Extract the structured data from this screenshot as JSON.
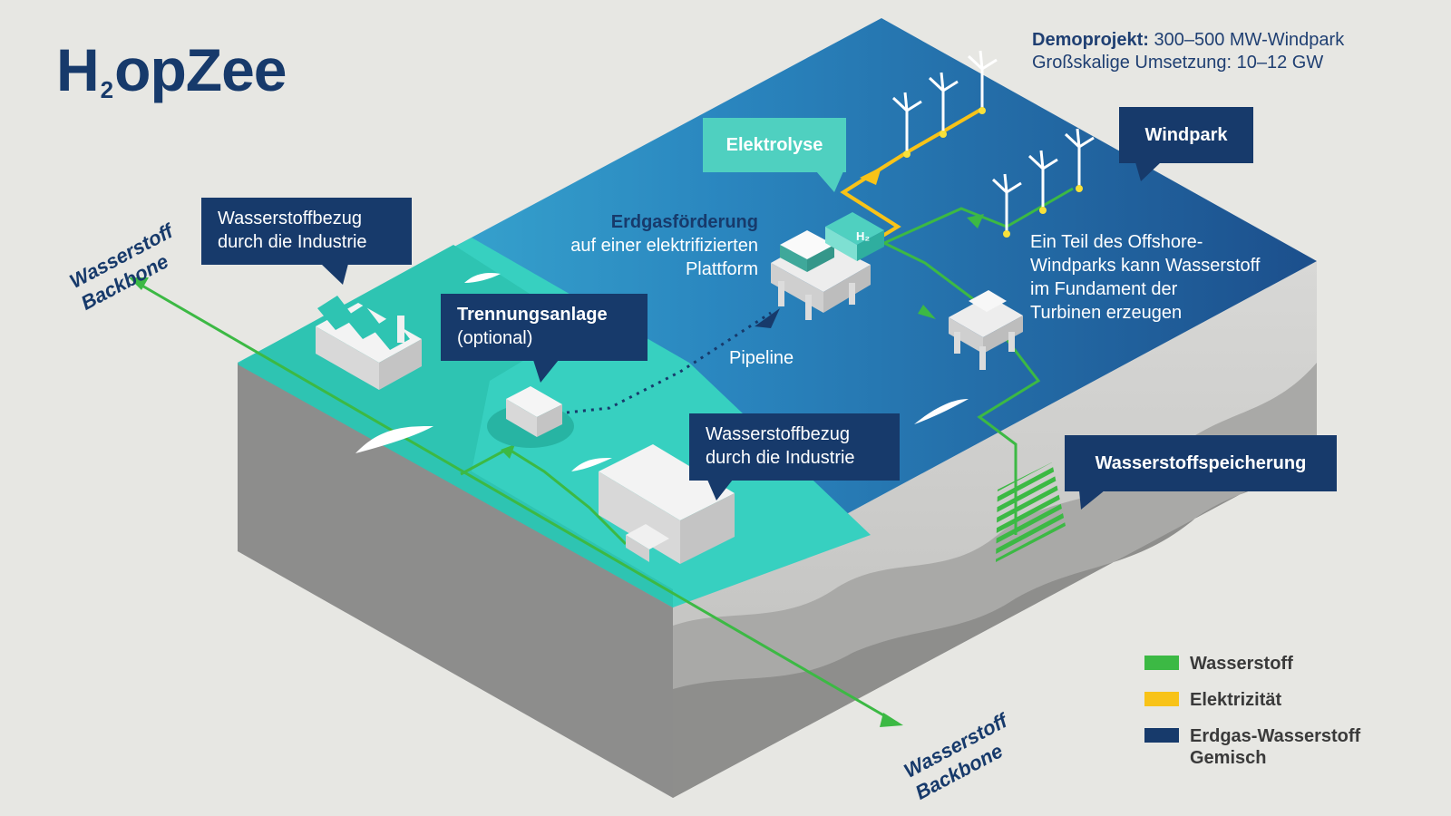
{
  "header": {
    "title_main": "H",
    "title_sub": "2",
    "title_rest": "opZee"
  },
  "demo": {
    "line1_bold": "Demoprojekt:",
    "line1_rest": "300–500 MW-Windpark",
    "line2": "Großskalige Umsetzung: 10–12 GW"
  },
  "callouts": {
    "elektrolyse": "Elektrolyse",
    "windpark": "Windpark",
    "industrie_left_line1": "Wasserstoffbezug",
    "industrie_left_line2": "durch die Industrie",
    "industrie_center_line1": "Wasserstoffbezug",
    "industrie_center_line2": "durch die Industrie",
    "trennung_line1": "Trennungsanlage",
    "trennung_line2": "(optional)",
    "speicherung": "Wasserstoffspeicherung"
  },
  "labels": {
    "erdgas_line1": "Erdgasförderung",
    "erdgas_line2": "auf einer elektrifizierten",
    "erdgas_line3": "Plattform",
    "pipeline": "Pipeline",
    "offshore_line1": "Ein Teil des Offshore-",
    "offshore_line2": "Windparks kann Wasserstoff",
    "offshore_line3": "im Fundament der",
    "offshore_line4": "Turbinen erzeugen",
    "backbone_top_line1": "Wasserstoff",
    "backbone_top_line2": "Backbone",
    "backbone_bottom_line1": "Wasserstoff",
    "backbone_bottom_line2": "Backbone",
    "h2_badge": "H₂"
  },
  "legend": [
    {
      "label": "Wasserstoff",
      "color": "#3cb944"
    },
    {
      "label": "Elektrizität",
      "color": "#f8c318"
    },
    {
      "label": "Erdgas-Wasserstoff",
      "label2": "Gemisch",
      "color": "#173a6b"
    }
  ],
  "colors": {
    "hydrogen": "#3cb944",
    "electricity": "#f8c318",
    "gas_mix": "#173a6b",
    "sea_dark": "#1e5c98",
    "coast": "#37d0c0"
  }
}
